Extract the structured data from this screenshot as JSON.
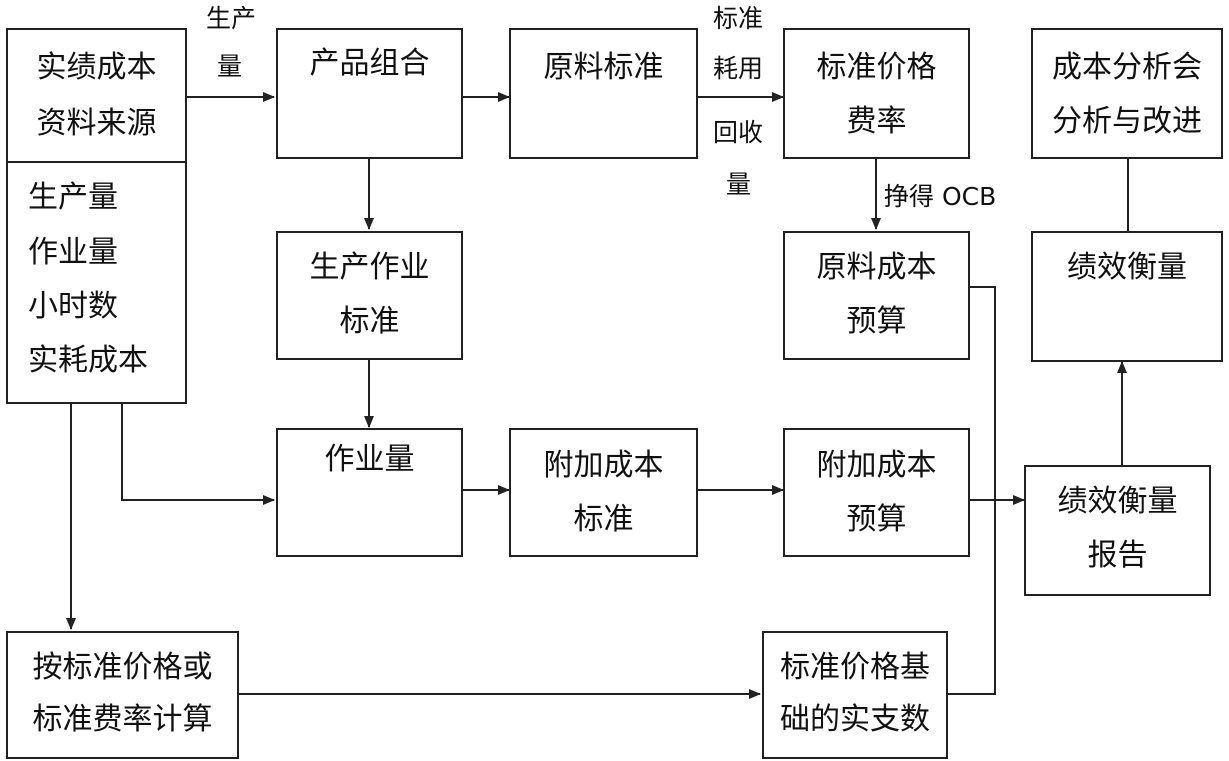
{
  "diagram": {
    "actual_cost_source": [
      "实绩成本",
      "资料来源"
    ],
    "actual_cost_items": [
      "生产量",
      "作业量",
      "小时数",
      "实耗成本"
    ],
    "product_mix": [
      "产品组合"
    ],
    "material_standard": [
      "原料标准"
    ],
    "standard_price_rate": [
      "标准价格",
      "费率"
    ],
    "cost_analysis_meeting": [
      "成本分析会",
      "分析与改进"
    ],
    "production_activity_standard": [
      "生产作业",
      "标准"
    ],
    "material_cost_budget": [
      "原料成本",
      "预算"
    ],
    "performance_measure": [
      "绩效衡量"
    ],
    "activity_volume": [
      "作业量"
    ],
    "overhead_cost_standard": [
      "附加成本",
      "标准"
    ],
    "overhead_cost_budget": [
      "附加成本",
      "预算"
    ],
    "performance_report": [
      "绩效衡量",
      "报告"
    ],
    "calc_by_standard": [
      "按标准价格或",
      "标准费率计算"
    ],
    "standard_price_basis_actual": [
      "标准价格基",
      "础的实支数"
    ]
  },
  "edge_labels": {
    "production_volume": [
      "生产",
      "量"
    ],
    "standard_consumption": [
      "标准",
      "耗用"
    ],
    "recovery_volume": [
      "回收",
      "量"
    ],
    "net_ocb": "挣得 OCB"
  }
}
